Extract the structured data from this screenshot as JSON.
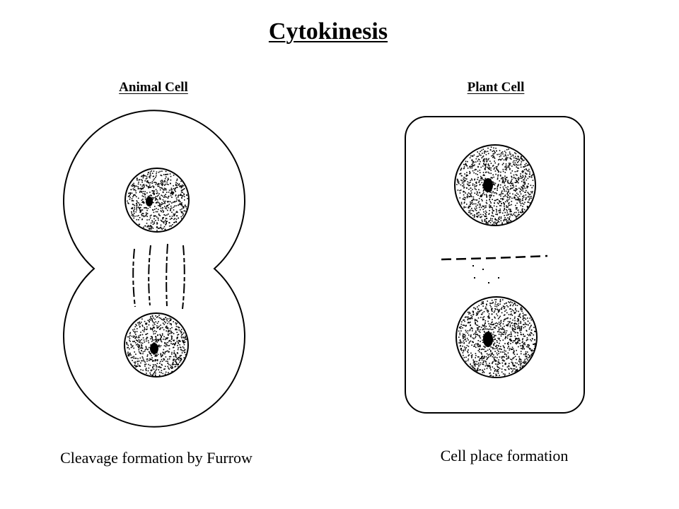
{
  "title": "Cytokinesis",
  "animal": {
    "heading": "Animal Cell",
    "caption": "Cleavage formation by Furrow"
  },
  "plant": {
    "heading": "Plant Cell",
    "caption": "Cell place formation"
  },
  "colors": {
    "ink": "#000000",
    "paper": "#ffffff"
  }
}
